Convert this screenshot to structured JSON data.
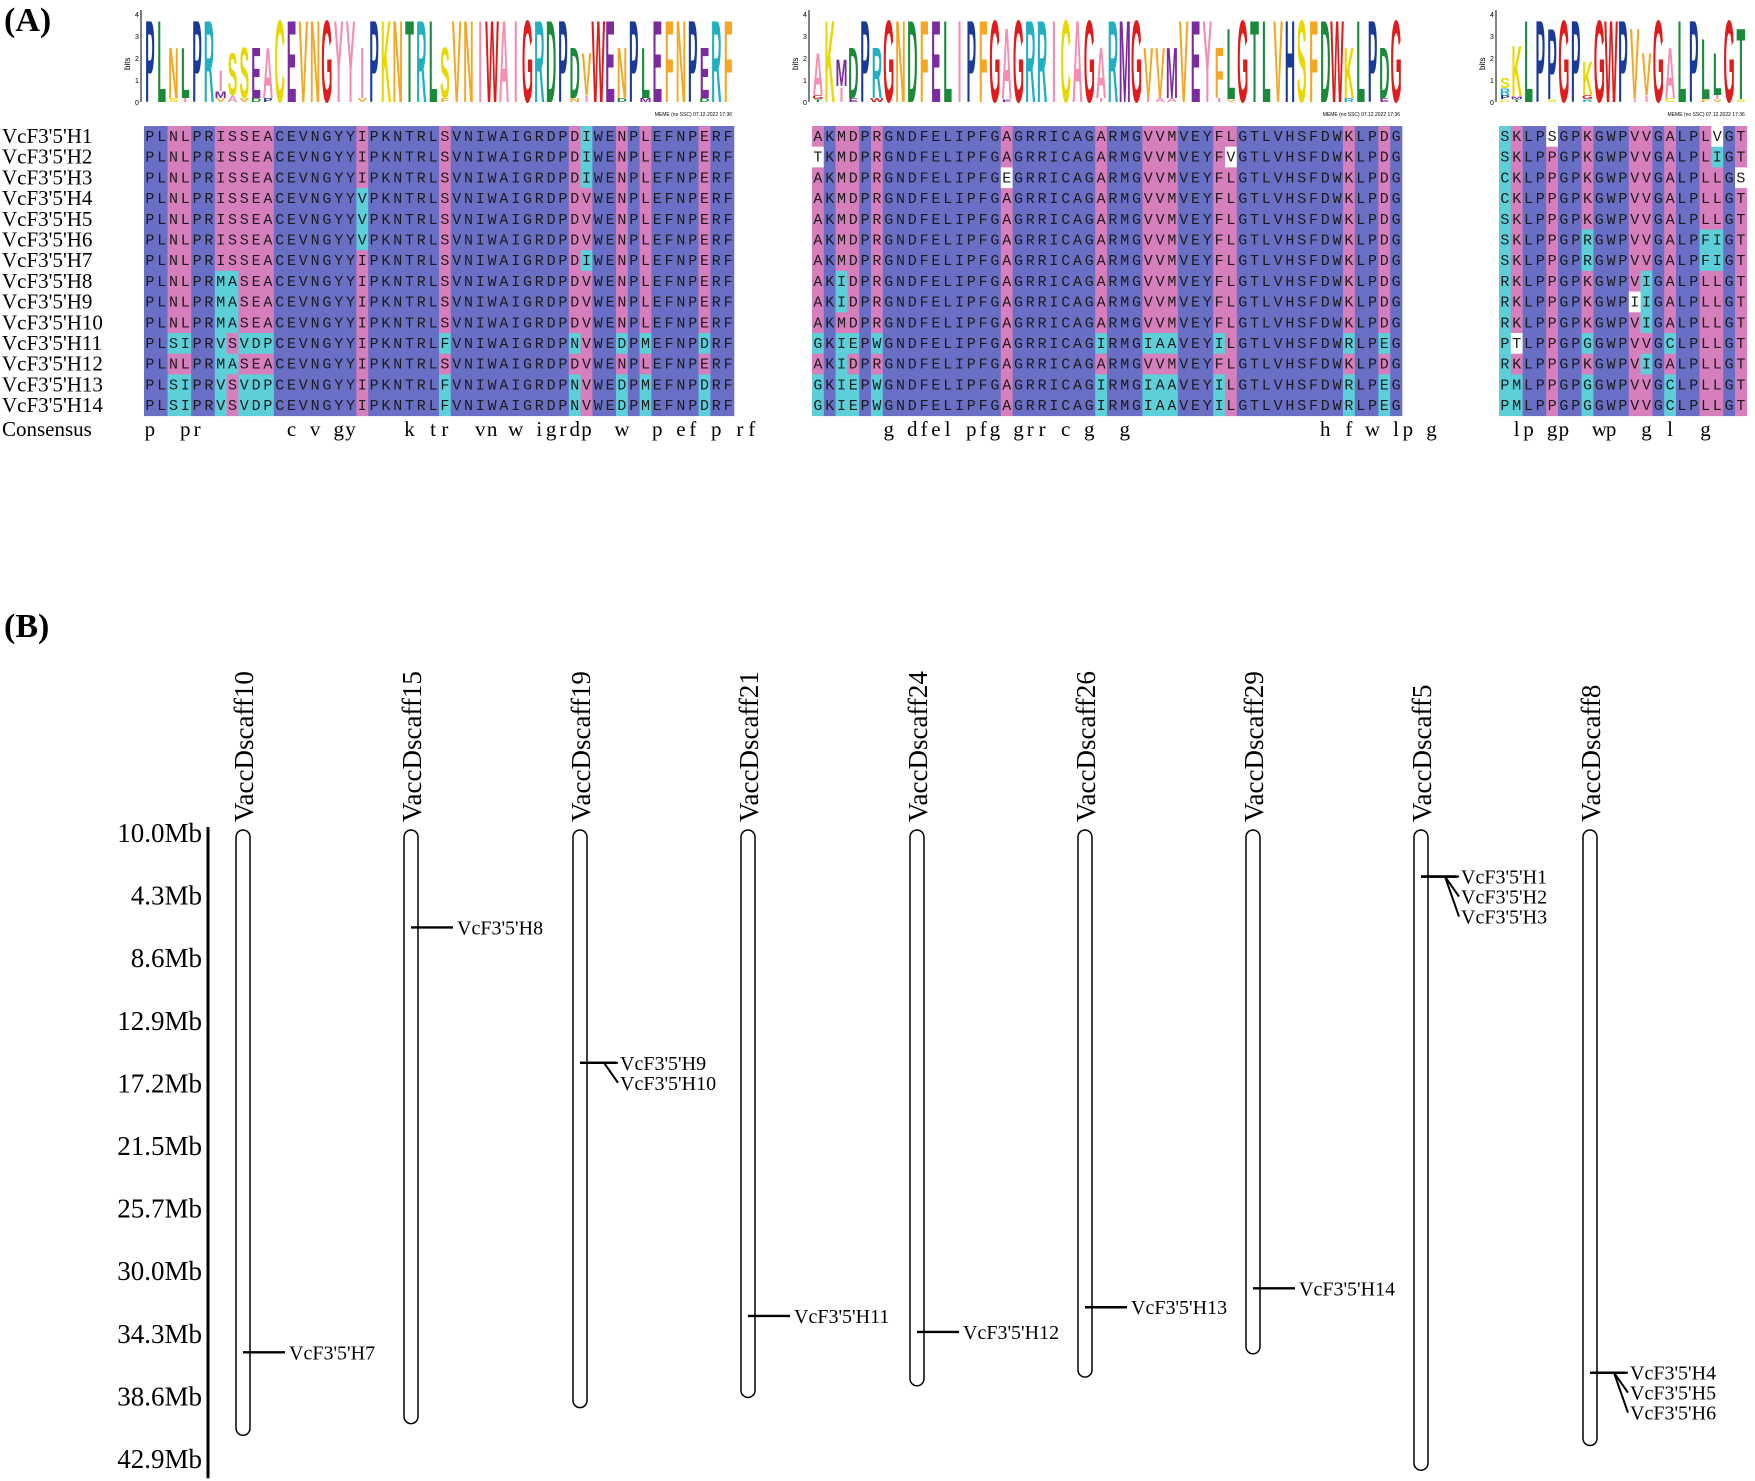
{
  "panelA": {
    "label": "(A)",
    "logo": {
      "ylabel": "bits",
      "yticks": [
        "0",
        "1",
        "2",
        "3",
        "4"
      ],
      "footer": "MEME (no SSC) 07.12.2022 17:36"
    },
    "consensus_label": "Consensus",
    "rows": [
      {
        "name": "VcF3'5'H1",
        "blocks": [
          "PLNLPRISSEACEVNGYYIPKNTRLSVNIWAIGRDPDIWENPLEFNPERF",
          "AKMDPRGNDFELIPFGAGRRICAGARMGVVMVEYFLGTLVHSFDWKLPDG",
          "SKLPSGPKGWPVVGALPLVGT"
        ]
      },
      {
        "name": "VcF3'5'H2",
        "blocks": [
          "PLNLPRISSEACEVNGYYIPKNTRLSVNIWAIGRDPDIWENPLEFNPERF",
          "TKMDPRGNDFELIPFGAGRRICAGARMGVVMVEYFVGTLVHSFDWKLPDG",
          "SKLPPGPKGWPVVGALPLIGT"
        ]
      },
      {
        "name": "VcF3'5'H3",
        "blocks": [
          "PLNLPRISSEACEVNGYYIPKNTRLSVNIWAIGRDPDIWENPLEFNPERF",
          "AKMDPRGNDFELIPFGEGRRICAGARMGVVMVEYFLGTLVHSFDWKLPDG",
          "CKLPPGPKGWPVVGALPLLGS"
        ]
      },
      {
        "name": "VcF3'5'H4",
        "blocks": [
          "PLNLPRISSEACEVNGYYVPKNTRLSVNIWAIGRDPDVWENPLEFNPERF",
          "AKMDPRGNDFELIPFGAGRRICAGARMGVVMVEYFLGTLVHSFDWKLPDG",
          "CKLPPGPKGWPVVGALPLLGT"
        ]
      },
      {
        "name": "VcF3'5'H5",
        "blocks": [
          "PLNLPRISSEACEVNGYYVPKNTRLSVNIWAIGRDPDVWENPLEFNPERF",
          "AKMDPRGNDFELIPFGAGRRICAGARMGVVMVEYFLGTLVHSFDWKLPDG",
          "SKLPPGPKGWPVVGALPLLGT"
        ]
      },
      {
        "name": "VcF3'5'H6",
        "blocks": [
          "PLNLPRISSEACEVNGYYVPKNTRLSVNIWAIGRDPDVWENPLEFNPERF",
          "AKMDPRGNDFELIPFGAGRRICAGARMGVVMVEYFLGTLVHSFDWKLPDG",
          "SKLPPGPRGWPVVGALPFIGT"
        ]
      },
      {
        "name": "VcF3'5'H7",
        "blocks": [
          "PLNLPRISSEACEVNGYYIPKNTRLSVNIWAIGRDPDIWENPLEFNPERF",
          "AKMDPRGNDFELIPFGAGRRICAGARMGVVMVEYFLGTLVHSFDWKLPDG",
          "SKLPPGPRGWPVVGALPFIGT"
        ]
      },
      {
        "name": "VcF3'5'H8",
        "blocks": [
          "PLNLPRMASEACEVNGYYIPKNTRLSVNIWAIGRDPDVWENPLEFNPERF",
          "AKIDPRGNDFELIPFGAGRRICAGARMGVVMVEYFLGTLVHSFDWKLPDG",
          "RKLPPGPKGWPVIGALPLLGT"
        ]
      },
      {
        "name": "VcF3'5'H9",
        "blocks": [
          "PLNLPRMASEACEVNGYYIPKNTRLSVNIWAIGRDPDVWENPLEFNPERF",
          "AKIDPRGNDFELIPFGAGRRICAGARMGVVMVEYFLGTLVHSFDWKLPDG",
          "RKLPPGPKGWPIIGALPLLGT"
        ]
      },
      {
        "name": "VcF3'5'H10",
        "blocks": [
          "PLNLPRMASEACEVNGYYIPKNTRLSVNIWAIGRDPDVWENPLEFNPERF",
          "AKMDPRGNDFELIPFGAGRRICAGARMGVVMVEYFLGTLVHSFDWKLPDG",
          "RKLPPGPKGWPVIGALPLLGT"
        ]
      },
      {
        "name": "VcF3'5'H11",
        "blocks": [
          "PLSIPRVSVDPCEVNGYYIPKNTRLFVNIWAIGRDPNVWEDPMEFNPDRF",
          "GKIEPWGNDFELIPFGAGRRICAGIRMGIAAVEYILGTLVHSFDWRLPEG",
          "PTLPPGPGGWPVVGCLPLLGT"
        ]
      },
      {
        "name": "VcF3'5'H12",
        "blocks": [
          "PLNLPRMASEACEVNGYYIPKNTRLSVNIWAIGRDPDVWENPLEFNPERF",
          "AKIDPRGNDFELIPFGAGRRICAGARMGVVMVEYFLGTLVHSFDWKLPDG",
          "RKLPPGPKGWPVIGALPLLGT"
        ]
      },
      {
        "name": "VcF3'5'H13",
        "blocks": [
          "PLSIPRVSVDPCEVNGYYIPKNTRLFVNIWAIGRDPNVWEDPMEFNPDRF",
          "GKIEPWGNDFELIPFGAGRRICAGIRMGIAAVEYILGTLVHSFDWRLPEG",
          "PMLPPGPGGWPVVGCLPLLGT"
        ]
      },
      {
        "name": "VcF3'5'H14",
        "blocks": [
          "PLSIPRVSVDPCEVNGYYIPKNTRLFVNIWAIGRDPNVWEDPMEFNPDRF",
          "GKIEPWGNDFELIPFGAGRRICAGIRMGIAAVEYILGTLVHSFDWRLPEG",
          "PMLPPGPGGWPVVGCLPLLGT"
        ]
      }
    ],
    "consensus": [
      "p  pr       c v gy    k tr  vn w igrdp  w  p ef p rf",
      "      g dfel pfg grr c g  g                h f w lp g",
      " lp gp  wp  g l  g"
    ],
    "colors": {
      "conserved": "#6a6fc6",
      "similar": "#d77fbd",
      "weak": "#5ccfd8",
      "logo_palette": [
        "#1a3a9a",
        "#e01b1b",
        "#f5a623",
        "#7b2aa0",
        "#1a8a3a",
        "#e8d800",
        "#22b0c0",
        "#f48fb1"
      ]
    }
  },
  "panelB": {
    "label": "(B)",
    "axis_ticks": [
      "10.0Mb",
      "4.3Mb",
      "8.6Mb",
      "12.9Mb",
      "17.2Mb",
      "21.5Mb",
      "25.7Mb",
      "30.0Mb",
      "34.3Mb",
      "38.6Mb",
      "42.9Mb"
    ],
    "chromosomes": [
      {
        "name": "VaccDscaff10",
        "length_mb": 41.6,
        "genes": [
          {
            "label": "VcF3'5'H7",
            "pos_mb": 35.9
          }
        ]
      },
      {
        "name": "VaccDscaff15",
        "length_mb": 40.8,
        "genes": [
          {
            "label": "VcF3'5'H8",
            "pos_mb": 6.7
          }
        ]
      },
      {
        "name": "VaccDscaff19",
        "length_mb": 39.7,
        "genes": [
          {
            "label": "VcF3'5'H9",
            "pos_mb": 16.0
          },
          {
            "label": "VcF3'5'H10",
            "pos_mb": 16.0
          }
        ]
      },
      {
        "name": "VaccDscaff21",
        "length_mb": 39.0,
        "genes": [
          {
            "label": "VcF3'5'H11",
            "pos_mb": 33.4
          }
        ]
      },
      {
        "name": "VaccDscaff24",
        "length_mb": 38.2,
        "genes": [
          {
            "label": "VcF3'5'H12",
            "pos_mb": 34.5
          }
        ]
      },
      {
        "name": "VaccDscaff26",
        "length_mb": 37.6,
        "genes": [
          {
            "label": "VcF3'5'H13",
            "pos_mb": 32.8
          }
        ]
      },
      {
        "name": "VaccDscaff29",
        "length_mb": 36.0,
        "genes": [
          {
            "label": "VcF3'5'H14",
            "pos_mb": 31.5
          }
        ]
      },
      {
        "name": "VaccDscaff5",
        "length_mb": 44.0,
        "genes": [
          {
            "label": "VcF3'5'H1",
            "pos_mb": 3.2
          },
          {
            "label": "VcF3'5'H2",
            "pos_mb": 3.2
          },
          {
            "label": "VcF3'5'H3",
            "pos_mb": 3.2
          }
        ]
      },
      {
        "name": "VaccDscaff8",
        "length_mb": 42.3,
        "genes": [
          {
            "label": "VcF3'5'H4",
            "pos_mb": 37.3
          },
          {
            "label": "VcF3'5'H5",
            "pos_mb": 37.3
          },
          {
            "label": "VcF3'5'H6",
            "pos_mb": 37.3
          }
        ]
      }
    ]
  }
}
